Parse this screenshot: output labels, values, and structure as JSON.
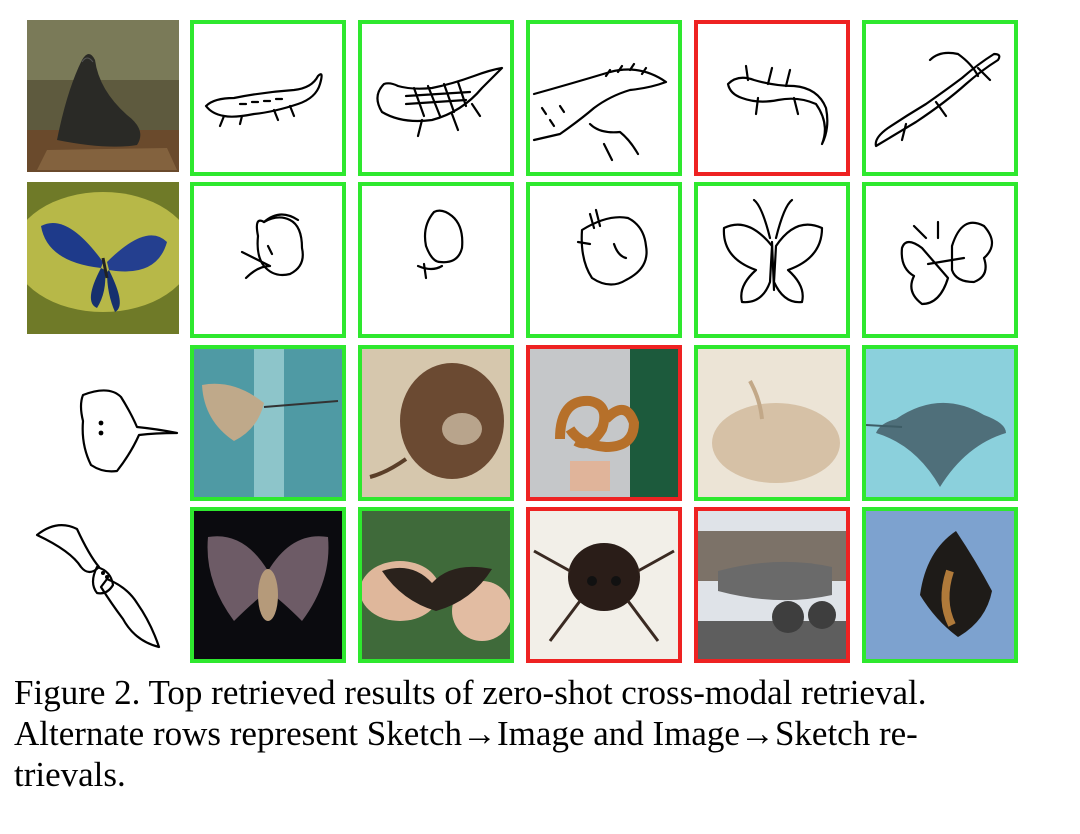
{
  "figure": {
    "rows": [
      {
        "direction": "Image→Sketch",
        "query": {
          "kind": "photo",
          "subject": "alligator"
        },
        "results": [
          {
            "kind": "sketch",
            "subject": "alligator",
            "correct": true
          },
          {
            "kind": "sketch",
            "subject": "crocodile",
            "correct": true
          },
          {
            "kind": "sketch",
            "subject": "crocodile",
            "correct": true
          },
          {
            "kind": "sketch",
            "subject": "lizard",
            "correct": false
          },
          {
            "kind": "sketch",
            "subject": "alligator",
            "correct": true
          }
        ]
      },
      {
        "direction": "Image→Sketch",
        "query": {
          "kind": "photo",
          "subject": "butterfly"
        },
        "results": [
          {
            "kind": "sketch",
            "subject": "butterfly",
            "correct": true
          },
          {
            "kind": "sketch",
            "subject": "butterfly",
            "correct": true
          },
          {
            "kind": "sketch",
            "subject": "butterfly",
            "correct": true
          },
          {
            "kind": "sketch",
            "subject": "butterfly",
            "correct": true
          },
          {
            "kind": "sketch",
            "subject": "butterfly",
            "correct": true
          }
        ]
      },
      {
        "direction": "Sketch→Image",
        "query": {
          "kind": "sketch",
          "subject": "ray"
        },
        "results": [
          {
            "kind": "photo",
            "subject": "ray",
            "correct": true
          },
          {
            "kind": "photo",
            "subject": "ray",
            "correct": true
          },
          {
            "kind": "photo",
            "subject": "pretzel",
            "correct": false
          },
          {
            "kind": "photo",
            "subject": "ray",
            "correct": true
          },
          {
            "kind": "photo",
            "subject": "ray",
            "correct": true
          }
        ]
      },
      {
        "direction": "Sketch→Image",
        "query": {
          "kind": "sketch",
          "subject": "bat"
        },
        "results": [
          {
            "kind": "photo",
            "subject": "bat",
            "correct": true
          },
          {
            "kind": "photo",
            "subject": "bat",
            "correct": true
          },
          {
            "kind": "photo",
            "subject": "ant",
            "correct": false
          },
          {
            "kind": "photo",
            "subject": "cannon",
            "correct": false
          },
          {
            "kind": "photo",
            "subject": "bat",
            "correct": true
          }
        ]
      }
    ],
    "colors": {
      "correct": "#2ee82e",
      "wrong": "#ee2222"
    }
  },
  "caption": {
    "line1": "Figure 2. Top retrieved results of zero-shot cross-modal retrieval.",
    "line2": "Alternate rows represent Sketch→Image and Image→Sketch re-",
    "line3": "trievals."
  }
}
